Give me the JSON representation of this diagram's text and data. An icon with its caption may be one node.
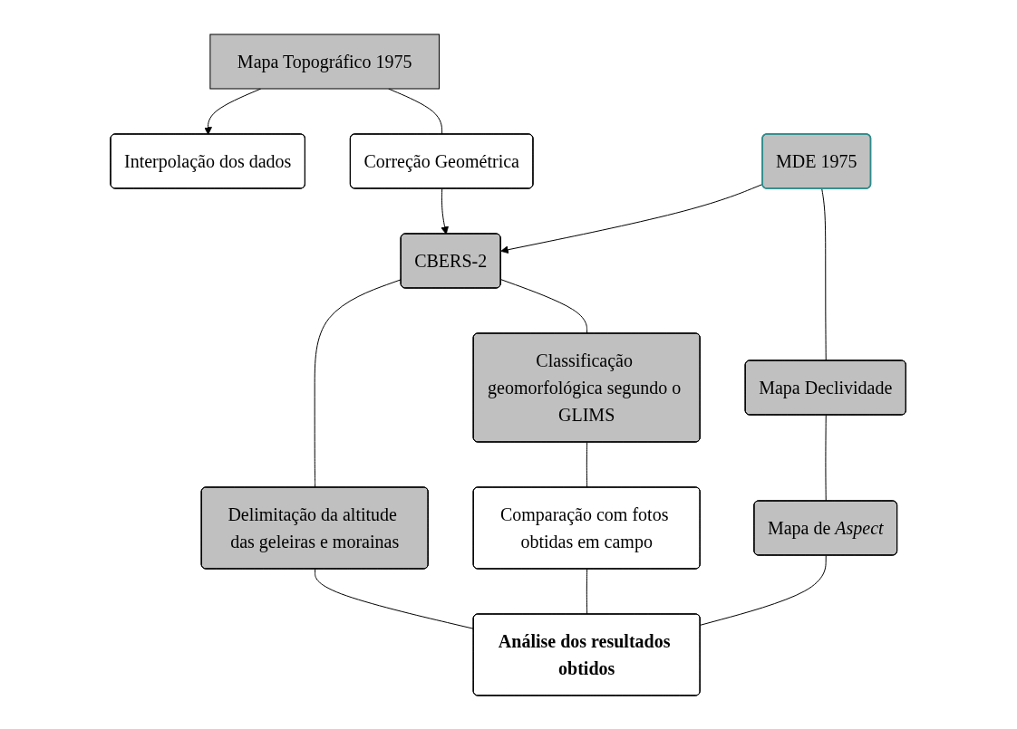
{
  "diagram": {
    "nodes": [
      {
        "text": [
          "Mapa Topográfico 1975"
        ]
      },
      {
        "text": [
          "Interpolação dos dados"
        ]
      },
      {
        "text": [
          "MDE 1975"
        ]
      },
      {
        "text": [
          "Correção Geométrica"
        ]
      },
      {
        "text": [
          "CBERS-2"
        ]
      },
      {
        "text": [
          "Delimitação da altitude das geleiras e morainas"
        ]
      },
      {
        "text": [
          "Mapa Declividade"
        ]
      },
      {
        "text": [
          "Mapa de *Aspect*"
        ]
      },
      {
        "text": [
          "Classificação geomorfológica segundo o GLIMS"
        ]
      },
      {
        "text": [
          "Comparação com fotos obtidas em campo"
        ]
      },
      {
        "text": [
          "Análise dos resultados obtidos"
        ]
      }
    ],
    "edges": [
      {
        "from": 0,
        "to": 3,
        "arrow": "none"
      },
      {
        "from": 0,
        "to": 1,
        "arrow": "to"
      },
      {
        "from": 3,
        "to": 4,
        "arrow": "to"
      },
      {
        "from": 2,
        "to": 4,
        "arrow": "to"
      },
      {
        "from": 2,
        "to": 6,
        "arrow": "none"
      },
      {
        "from": 6,
        "to": 7,
        "arrow": "none"
      },
      {
        "from": 4,
        "to": 8,
        "arrow": "none"
      },
      {
        "from": 4,
        "to": 5,
        "arrow": "none"
      },
      {
        "from": 8,
        "to": 9,
        "arrow": "none"
      },
      {
        "from": 5,
        "to": 10,
        "arrow": "none"
      },
      {
        "from": 9,
        "to": 10,
        "arrow": "none"
      },
      {
        "from": 7,
        "to": 10,
        "arrow": "none"
      }
    ]
  }
}
